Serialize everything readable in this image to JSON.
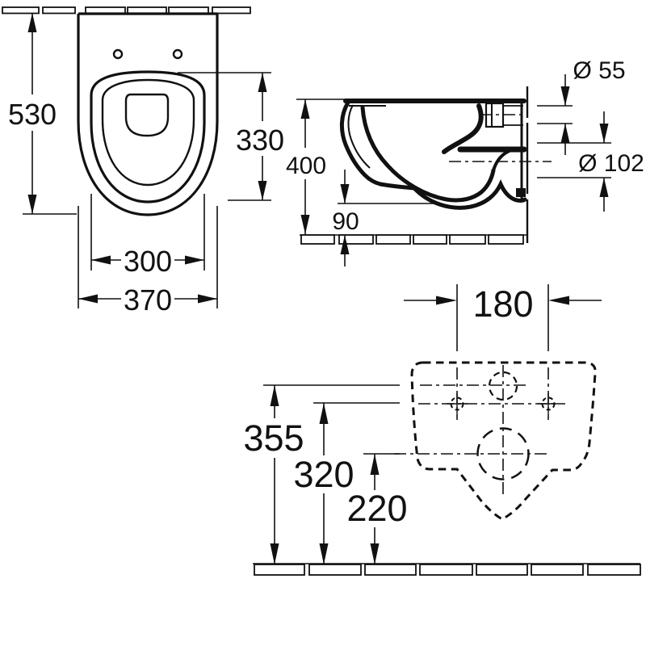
{
  "colors": {
    "line": "#111111",
    "background": "#ffffff"
  },
  "views": {
    "front": {
      "overall_depth_mm": "530",
      "bowl_depth_mm": "330",
      "bowl_width_mm": "300",
      "overall_width_mm": "370"
    },
    "side": {
      "overall_height_mm": "400",
      "underside_height_mm": "90",
      "inlet_diameter": "Ø 55",
      "outlet_diameter": "Ø 102"
    },
    "rear": {
      "fixing_hole_spacing_mm": "180",
      "inlet_centre_height_mm": "355",
      "fixing_centre_height_mm": "320",
      "outlet_centre_height_mm": "220"
    }
  }
}
